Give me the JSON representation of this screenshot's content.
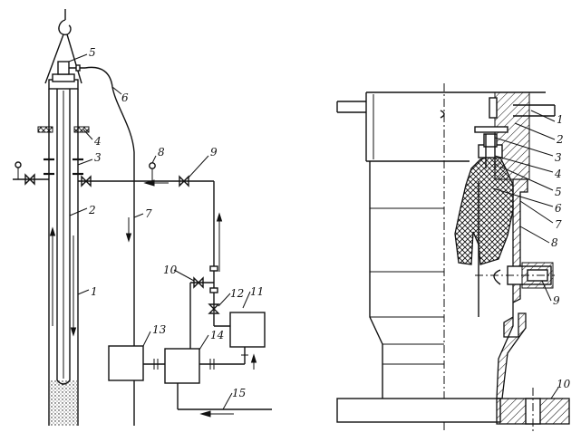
{
  "left_scheme": {
    "labels": [
      "1",
      "2",
      "3",
      "4",
      "5",
      "6",
      "7",
      "8",
      "9",
      "10",
      "11",
      "12",
      "13",
      "14",
      "15"
    ]
  },
  "right_section": {
    "labels": [
      "1",
      "2",
      "3",
      "4",
      "5",
      "6",
      "7",
      "8",
      "9",
      "10"
    ]
  },
  "colors": {
    "ink": "#111111",
    "paper": "#ffffff"
  }
}
